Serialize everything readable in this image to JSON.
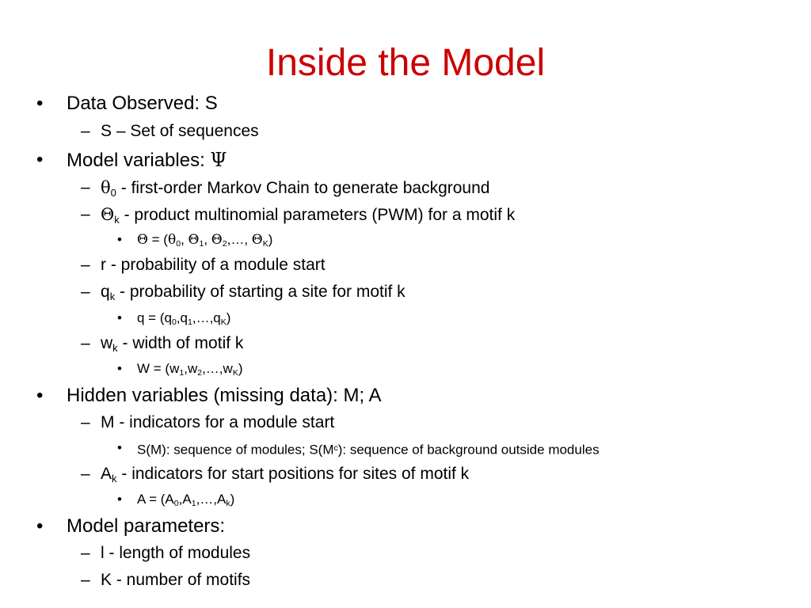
{
  "colors": {
    "title": "#cc0000",
    "text": "#000000",
    "background": "#ffffff"
  },
  "title": "Inside the Model",
  "markers": {
    "level1": "•",
    "level2": "–",
    "level3": "•"
  },
  "lines": {
    "data_observed": "Data Observed: S",
    "s_def": "S – Set of sequences",
    "model_vars": "Model variables: ",
    "psi": "Ψ",
    "theta0_sym": "θ",
    "theta0_sub": "0",
    "theta0_text": "  -  first-order Markov Chain to generate background",
    "thetak_sym": "Θ",
    "thetak_sub": "k",
    "thetak_text": " -  product multinomial parameters (PWM) for a motif k",
    "theta_def": {
      "a": "Θ",
      "b": " = (",
      "c": "θ",
      "c_sub": "0",
      "d": ", ",
      "e": "Θ",
      "e_sub": "1",
      "f": ", ",
      "g": "Θ",
      "g_sub": "2",
      "h": ",…, ",
      "i": "Θ",
      "i_sub": "K",
      "j": ")"
    },
    "r_def": "r    -  probability of a module start",
    "qk_main": "q",
    "qk_sub": "k",
    "qk_text": "  -  probability of starting a site for motif k",
    "q_def": {
      "a": "q = (q",
      "a_sub": "0",
      "b": ",q",
      "b_sub": "1",
      "c": ",…,q",
      "c_sub": "K",
      "d": ")"
    },
    "wk_main": "w",
    "wk_sub": "k",
    "wk_text": " -  width of motif k",
    "w_def": {
      "a": "W = (w",
      "a_sub": "1",
      "b": ",w",
      "b_sub": "2",
      "c": ",…,w",
      "c_sub": "K",
      "d": ")"
    },
    "hidden_vars": "Hidden variables (missing data): M; A",
    "m_def": "M  -  indicators for a module start",
    "sm_def_a": "S(M): sequence of modules; S(M",
    "sm_def_sup": "c",
    "sm_def_b": "): sequence of background outside modules",
    "ak_main": "A",
    "ak_sub": "k",
    "ak_text": " -  indicators for start positions for sites of motif k",
    "a_def": {
      "a": "A = (A",
      "a_sub": "0",
      "b": ",A",
      "b_sub": "1",
      "c": ",…,A",
      "c_sub": "k",
      "d": ")"
    },
    "model_params": "Model parameters:",
    "l_def": "l   -  length of modules",
    "k_def": "K -  number of motifs"
  }
}
